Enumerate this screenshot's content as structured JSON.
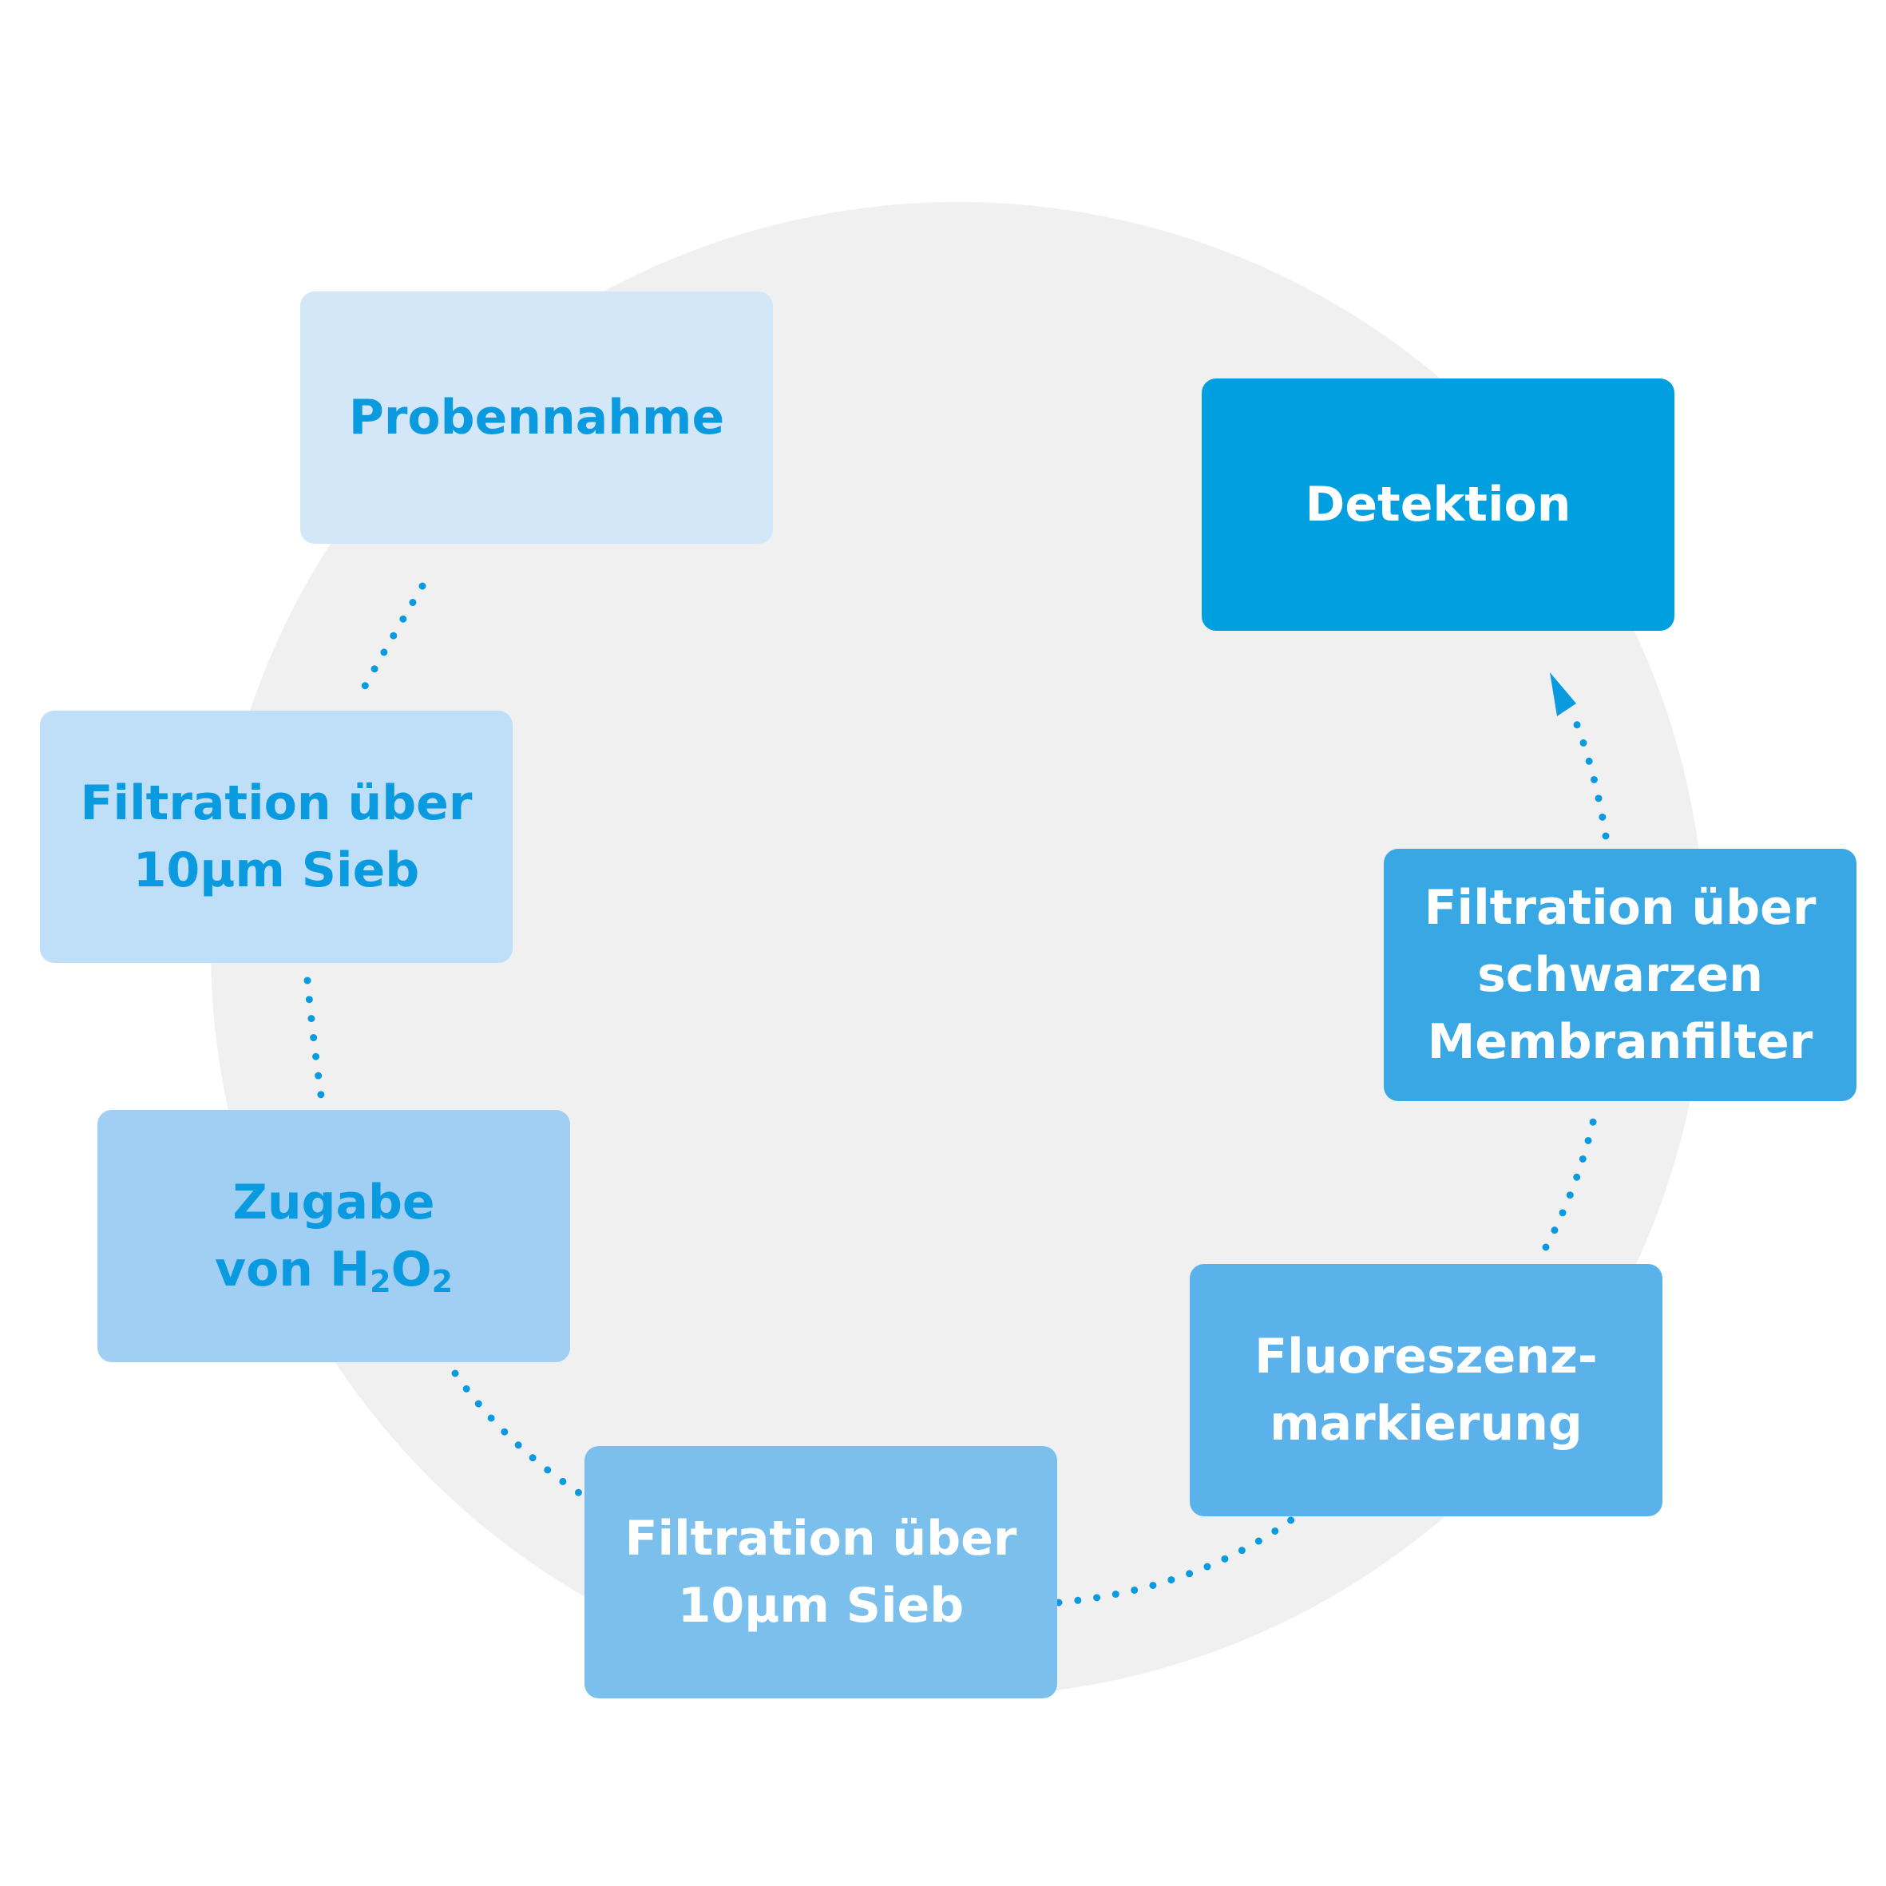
{
  "diagram": {
    "steps": [
      {
        "lines": [
          "Probennahme"
        ]
      },
      {
        "lines": [
          "Filtration über",
          "10µm Sieb"
        ]
      },
      {
        "line1": "Zugabe",
        "line2_prefix": "von H",
        "sub1": "2",
        "mid": "O",
        "sub2": "2"
      },
      {
        "lines": [
          "Filtration über",
          "10µm Sieb"
        ]
      },
      {
        "lines": [
          "Fluoreszenz-",
          "markierung"
        ]
      },
      {
        "lines": [
          "Filtration über",
          "schwarzen",
          "Membranfilter"
        ]
      },
      {
        "lines": [
          "Detektion"
        ]
      }
    ],
    "colors": {
      "background_circle": "#f0f0f0",
      "connector_dots": "#0a9ae0",
      "arrow_head": "#0a9ae0",
      "step_fills": [
        "#d3e7f9",
        "#bfdff8",
        "#a1cff3",
        "#7bbfed",
        "#5bb1e9",
        "#3aa7e5",
        "#009fe0"
      ],
      "dark_text": "#0a9ae0",
      "light_text": "#ffffff"
    }
  }
}
